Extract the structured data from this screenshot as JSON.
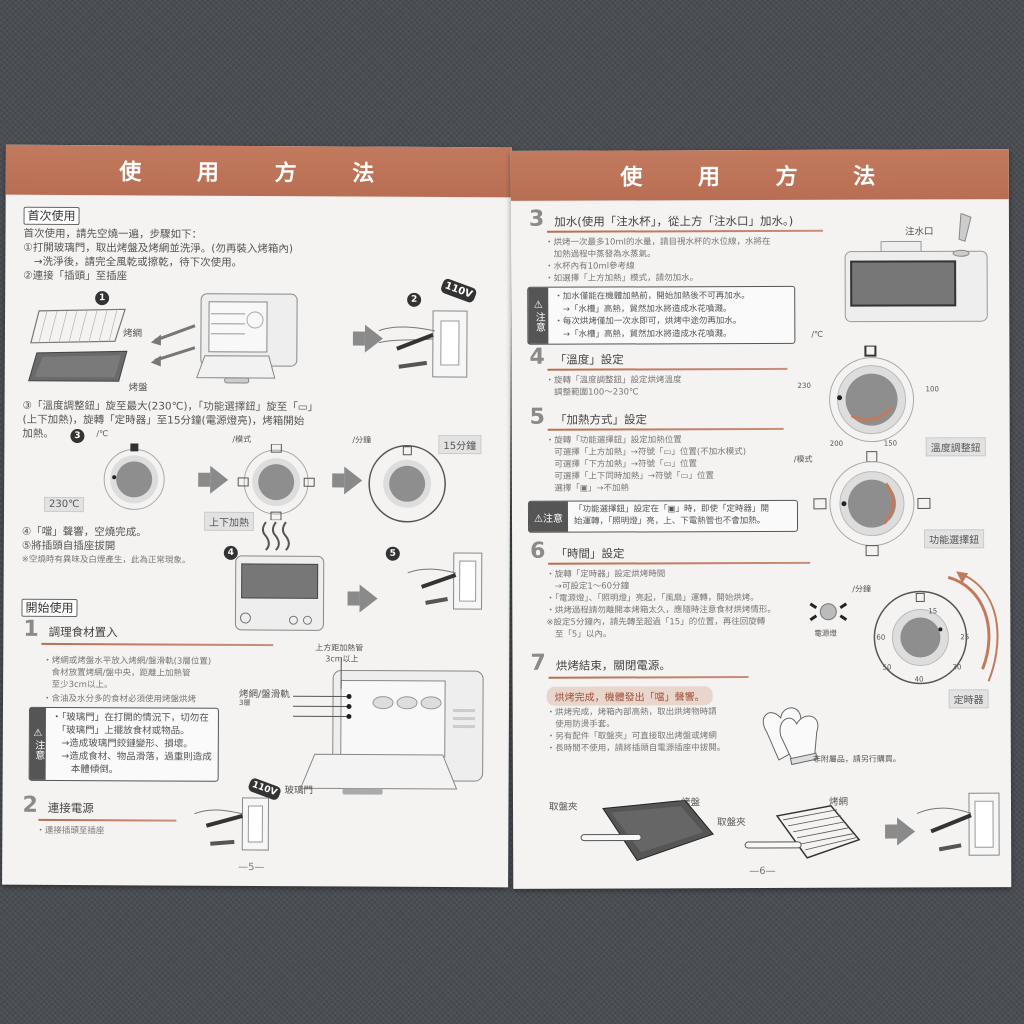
{
  "left_page": {
    "banner_title": "使 用 方 法",
    "first_use": {
      "label": "首次使用",
      "lines": [
        "首次使用，請先空燒一遍，步驟如下：",
        "①打開玻璃門，取出烤盤及烤網並洗淨。(勿再裝入烤箱內)",
        "　→洗淨後，請完全風乾或擦乾，待下次使用。",
        "②連接「插頭」至插座"
      ],
      "fig1_num": "1",
      "fig1_rack_label": "烤網",
      "fig1_tray_label": "烤盤",
      "fig2_num": "2",
      "voltage": "110V",
      "step3_lines": [
        "③「溫度調整鈕」旋至最大(230℃)，「功能選擇鈕」旋至「▭」",
        "(上下加熱)，旋轉「定時器」至15分鐘(電源燈亮)，烤箱開始",
        "加熱。"
      ],
      "fig3_num": "3",
      "temp_icon_label": "/℃",
      "mode_icon_label": "/模式",
      "timer_icon_label": "/分鐘",
      "tag_230": "230℃",
      "tag_updown": "上下加熱",
      "tag_15min": "15分鐘",
      "step4_lines": [
        "④「噹」聲響，空燒完成。",
        "⑤將插頭自插座拔開"
      ],
      "note": "※空燒時有異味及白煙產生，此為正常現象。",
      "fig4_num": "4",
      "fig5_num": "5"
    },
    "start_use": {
      "label": "開始使用",
      "step1": {
        "num": "1",
        "title": "調理食材置入",
        "bullets": [
          "・烤網或烤盤水平放入烤網/盤滑軌(3層位置)",
          "　食材放置烤網/盤中央，距離上加熱管",
          "　至少3cm以上。",
          "・含油及水分多的食材必須使用烤盤烘烤"
        ]
      },
      "caution": {
        "badge_icon": "⚠",
        "badge_text": "注意",
        "lines": [
          "・「玻璃門」在打開的情況下，切勿在",
          "　「玻璃門」上擺放食材或物品。",
          "　→造成玻璃門鉸鏈變形、損壞。",
          "　→造成食材、物品滑落，過重則造成",
          "　　本體傾倒。"
        ]
      },
      "diagram_labels": {
        "heater_gap": "上方距加熱管",
        "heater_gap_sub": "3cm以上",
        "rails": "烤網/盤滑軌",
        "rails_sub": "3層",
        "glass_door": "玻璃門"
      },
      "step2": {
        "num": "2",
        "title": "連接電源",
        "bullets": [
          "・連接插頭至插座"
        ]
      },
      "voltage": "110V"
    },
    "page_number": "—5—"
  },
  "right_page": {
    "banner_title": "使 用 方 法",
    "step3": {
      "num": "3",
      "title": "加水(使用「注水杯」，從上方「注水口」加水。)",
      "bullets": [
        "・烘烤一次最多10ml的水量，請目視水杯的水位線，水將在",
        "　加熱過程中蒸發為水蒸氣。",
        "・水杯內有10ml參考線",
        "・如選擇「上方加熱」模式，請勿加水。"
      ],
      "water_inlet_label": "注水口"
    },
    "caution1": {
      "badge_icon": "⚠",
      "badge_text": "注意",
      "lines": [
        "・加水僅能在機體加熱前，開始加熱後不可再加水。",
        "　→「水槽」高熱，貿然加水將造成水花噴濺。",
        "・每次烘烤僅加一次水即可，烘烤中途勿再加水。",
        "　→「水槽」高熱，貿然加水將造成水花噴濺。"
      ]
    },
    "step4": {
      "num": "4",
      "title": "「溫度」設定",
      "bullets": [
        "・旋轉「溫度調整鈕」設定烘烤溫度",
        "　調整範圍100～230℃"
      ]
    },
    "temp_dial": {
      "icon_label": "/℃",
      "ticks": [
        "230",
        "100",
        "200",
        "150"
      ],
      "name_tag": "溫度調整鈕"
    },
    "step5": {
      "num": "5",
      "title": "「加熱方式」設定",
      "bullets": [
        "・旋轉「功能選擇鈕」設定加熱位置",
        "　可選擇「上方加熱」→符號「▭」位置(不加水模式)",
        "　可選擇「下方加熱」→符號「▭」位置",
        "　可選擇「上下同時加熱」→符號「▭」位置",
        "　選擇「▣」→不加熱"
      ]
    },
    "caution2": {
      "badge_text": "⚠注意",
      "lines": [
        "「功能選擇鈕」設定在「▣」時，即使「定時器」開",
        "始運轉，「照明燈」亮，上、下電熱管也不會加熱。"
      ]
    },
    "mode_dial": {
      "icon_label": "/模式",
      "name_tag": "功能選擇鈕"
    },
    "step6": {
      "num": "6",
      "title": "「時間」設定",
      "bullets": [
        "・旋轉「定時器」設定烘烤時間",
        "　→可設定1～60分鐘",
        "・「電源燈」、「照明燈」亮起，「風扇」運轉，開始烘烤。",
        "・烘烤過程請勿離開本烤箱太久，應隨時注意食材烘烤情形。",
        "※設定5分鐘內，請先轉至超過「15」的位置，再往回旋轉",
        "　至「5」以內。"
      ],
      "power_light_label": "電源燈"
    },
    "timer_dial": {
      "icon_label": "/分鐘",
      "ticks": [
        "15",
        "25",
        "30",
        "40",
        "50",
        "60"
      ],
      "name_tag": "定時器"
    },
    "step7": {
      "num": "7",
      "title": "烘烤結束，關閉電源。",
      "highlight": "烘烤完成，機體發出「噹」聲響。",
      "bullets": [
        "・烘烤完成，烤箱內部高熱，取出烘烤物時請",
        "　使用防燙手套。",
        "・另有配件「取盤夾」可直接取出烤盤或烤網",
        "・長時間不使用，請將插頭自電源插座中拔開。"
      ],
      "mitt_note": "非附屬品，請另行購買。"
    },
    "bottom_figs": {
      "clip_label_1": "取盤夾",
      "tray_label": "烤盤",
      "clip_label_2": "取盤夾",
      "rack_label": "烤網"
    },
    "page_number": "—6—"
  },
  "colors": {
    "banner": "#b86e52",
    "accent_rule": "#b86e52",
    "caution_badge": "#555555",
    "highlight_pill": "#e8d5cc",
    "paper": "#f4f3f1",
    "background": "#4a4d52"
  }
}
